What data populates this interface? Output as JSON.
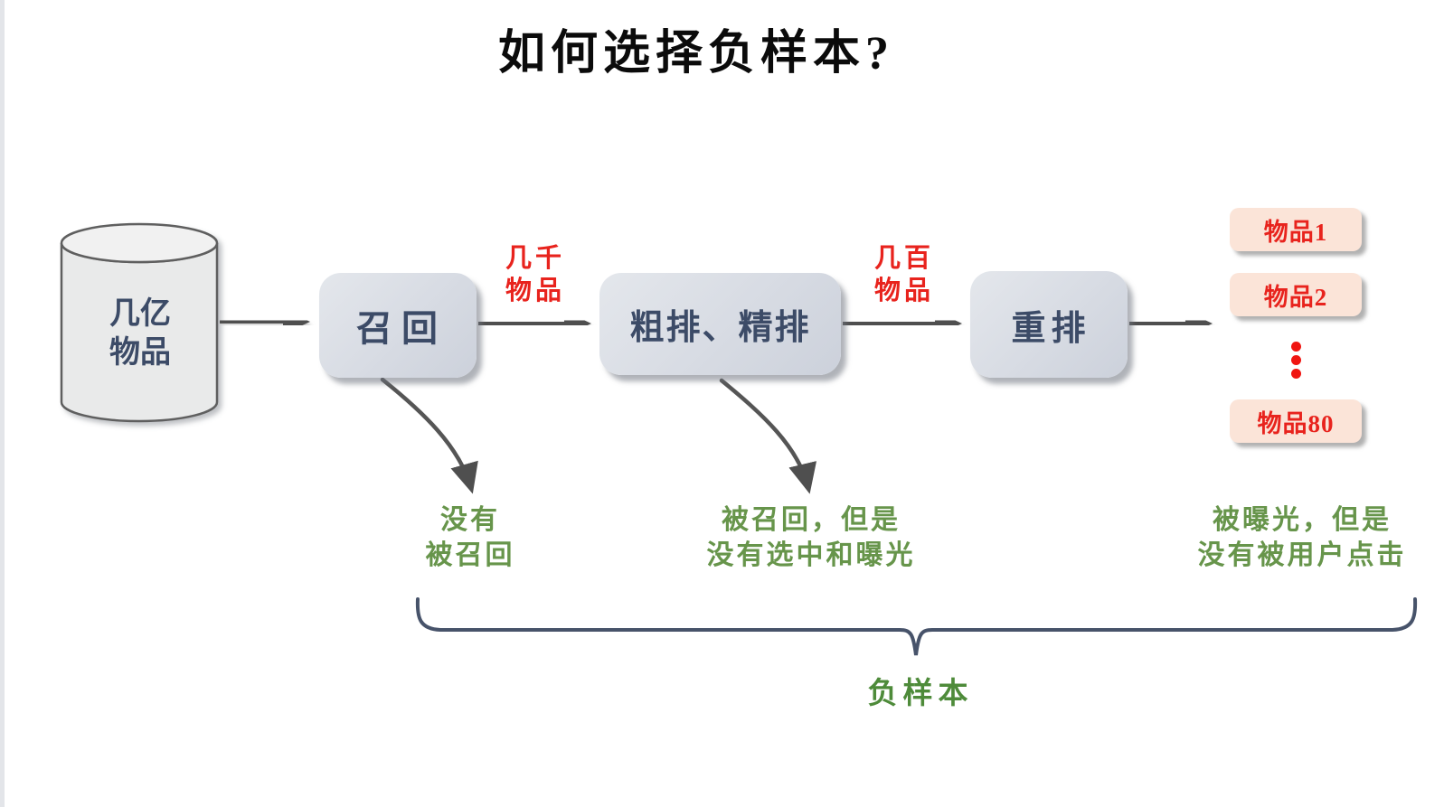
{
  "title": "如何选择负样本?",
  "colors": {
    "text_navy": "#3c4b67",
    "accent_red": "#e8231d",
    "caption_green": "#67954b",
    "stage_fill": "#d7dbe3",
    "item_fill": "#fbe4d8",
    "arrow_gray": "#4f4f4f",
    "brace_slate": "#47536a"
  },
  "pipeline": {
    "source": {
      "line1": "几亿",
      "line2": "物品"
    },
    "stages": [
      {
        "label": "召回"
      },
      {
        "label": "粗排、精排"
      },
      {
        "label": "重排"
      }
    ],
    "flow_counts": [
      {
        "line1": "几千",
        "line2": "物品"
      },
      {
        "line1": "几百",
        "line2": "物品"
      }
    ]
  },
  "results": {
    "items": [
      "物品1",
      "物品2",
      "物品80"
    ],
    "ellipsis_dots": 3
  },
  "captions": [
    {
      "line1": "没有",
      "line2": "被召回"
    },
    {
      "line1": "被召回，但是",
      "line2": "没有选中和曝光"
    },
    {
      "line1": "被曝光，但是",
      "line2": "没有被用户点击"
    }
  ],
  "brace_label": "负样本"
}
